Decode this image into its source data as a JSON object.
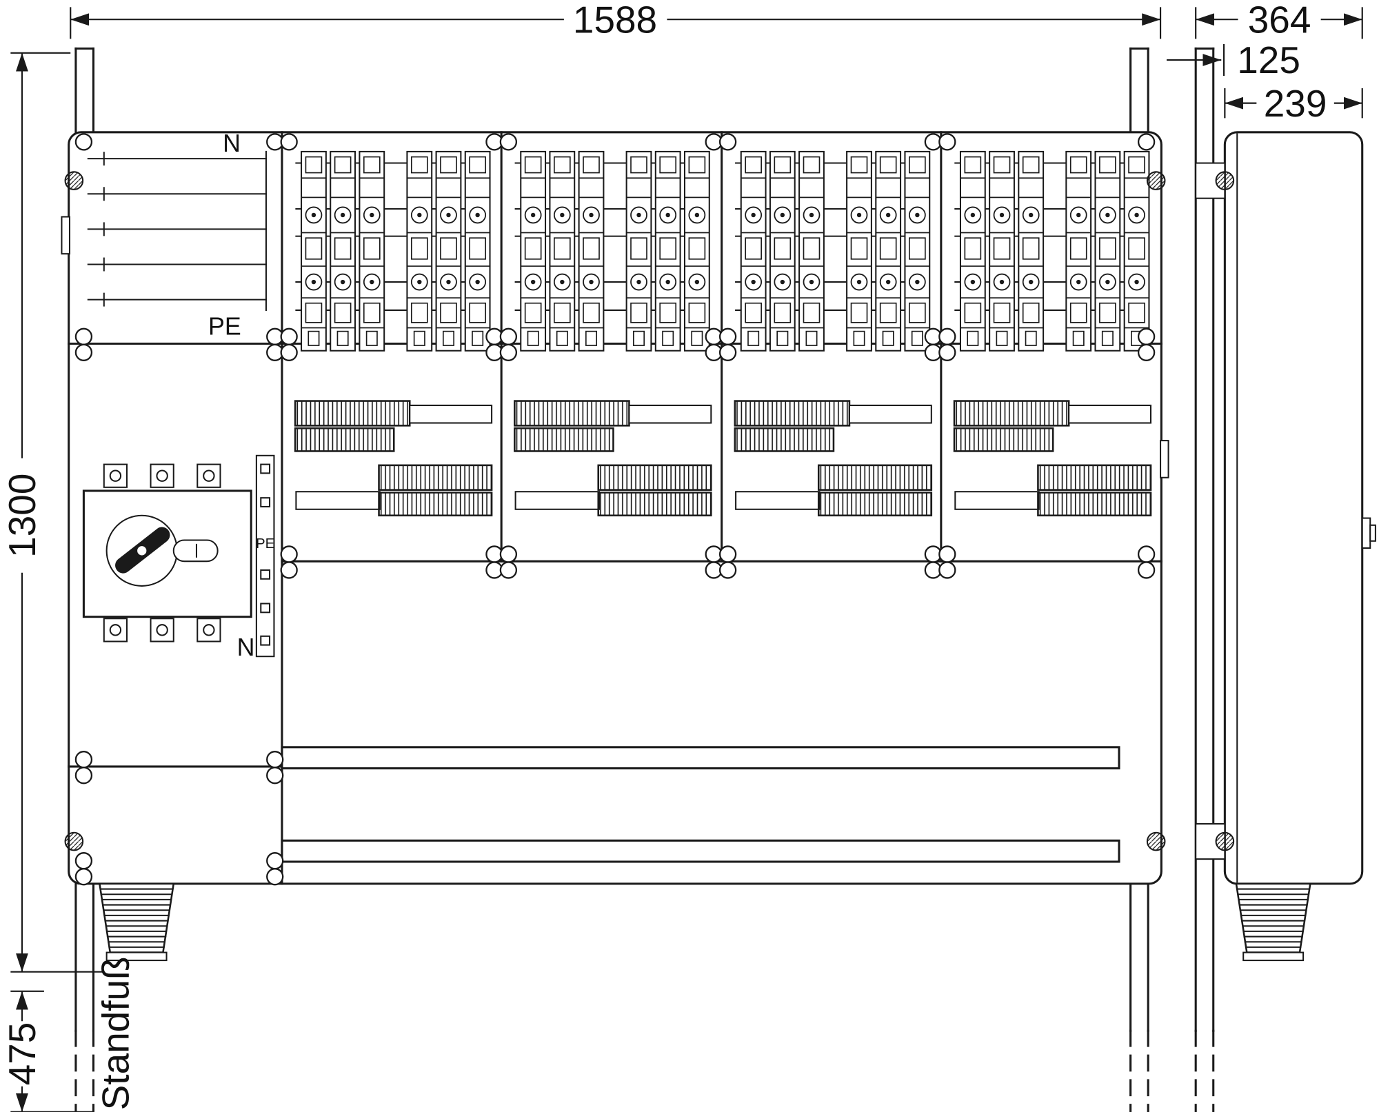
{
  "drawing": {
    "dimensions": {
      "overall_width": "1588",
      "overall_height": "1300",
      "stand_height": "475",
      "stand_label": "Standfuß",
      "depth_overall": "364",
      "depth_front": "125",
      "depth_body": "239"
    },
    "labels": {
      "busbar_top": "N",
      "busbar_bottom": "PE",
      "pe_strip": "PE",
      "neutral_below_strip": "N"
    }
  }
}
